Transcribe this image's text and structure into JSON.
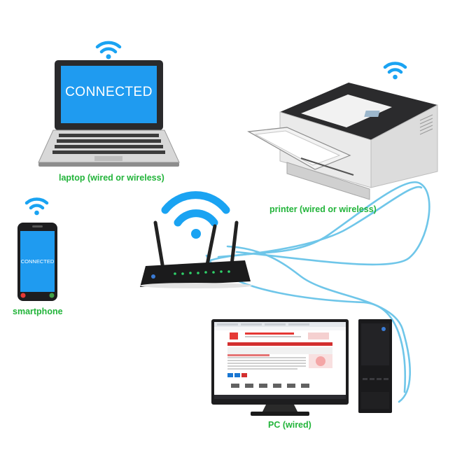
{
  "devices": {
    "laptop": {
      "label": "laptop (wired or wireless)",
      "screen_text": "CONNECTED",
      "icon": "laptop-icon"
    },
    "printer": {
      "label": "printer (wired or wireless)",
      "icon": "printer-icon"
    },
    "smartphone": {
      "label": "smartphone",
      "screen_text": "CONNECTED",
      "icon": "smartphone-icon"
    },
    "router": {
      "icon": "router-icon"
    },
    "pc": {
      "label": "PC (wired)",
      "icon": "desktop-pc-icon"
    }
  },
  "colors": {
    "label_green": "#22b43a",
    "screen_blue": "#1f9bf0",
    "wifi_blue": "#1aa3f2",
    "cable_blue": "#6fc6e9",
    "device_black": "#1d1d1f"
  }
}
